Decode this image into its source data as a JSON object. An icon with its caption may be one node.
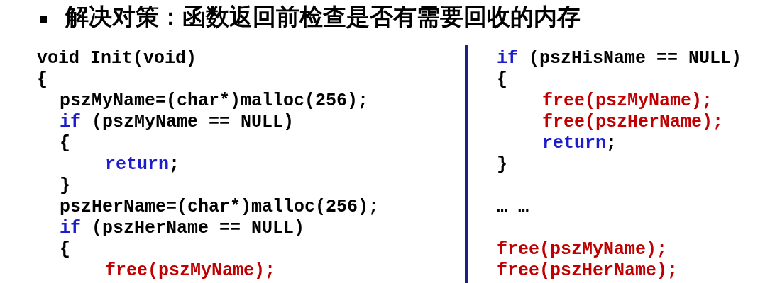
{
  "diagram": {
    "title": "解决对策：函数返回前检查是否有需要回收的内存",
    "labels": [
      "void Init(void)",
      "{",
      "pszMyName=(char*)malloc(256);",
      "if",
      "(pszMyName == NULL)",
      "{",
      "return",
      ";",
      "}",
      "pszHerName=(char*)malloc(256);",
      "if",
      "(pszHerName == NULL)",
      "{",
      "free(pszMyName);",
      "if",
      "(pszHisName == NULL)",
      "{",
      "free(pszMyName);",
      "free(pszHerName);",
      "return",
      ";",
      "}",
      "… …",
      "free(pszMyName);",
      "free(pszHerName);"
    ]
  }
}
